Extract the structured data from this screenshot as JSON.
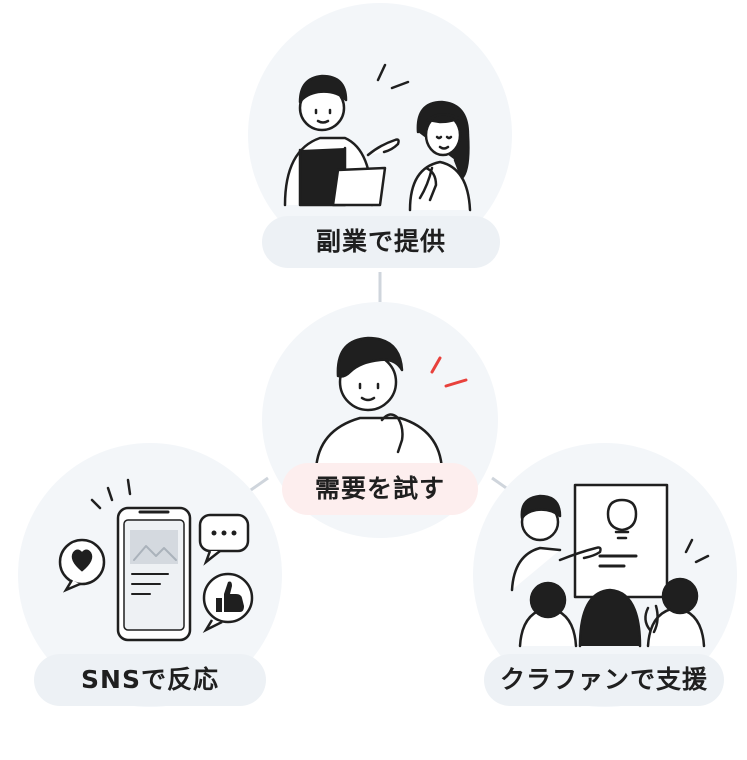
{
  "nodes": {
    "center": {
      "label": "需要を試す"
    },
    "top": {
      "label": "副業で提供"
    },
    "left": {
      "label": "SNSで反応"
    },
    "right": {
      "label": "クラファンで支援"
    }
  },
  "colors": {
    "node_bg": "#f3f6f9",
    "label_bg": "#edf1f5",
    "center_label_bg": "#fdeeee",
    "accent": "#e8413c",
    "line": "#cfd5dc",
    "ink": "#1f1f1f"
  }
}
